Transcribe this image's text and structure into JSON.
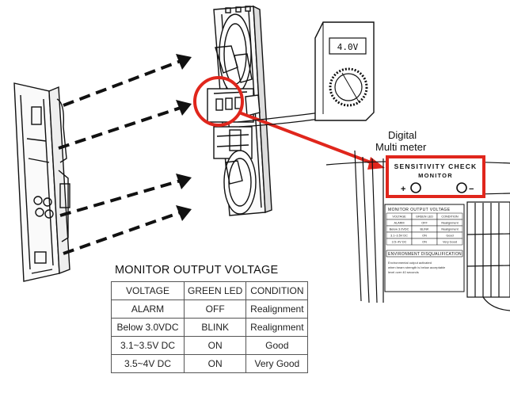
{
  "multimeter": {
    "reading": "4.0V",
    "label_line1": "Digital",
    "label_line2": "Multi meter"
  },
  "monitor_panel": {
    "title_line1": "SENSITIVITY CHECK",
    "title_line2": "MONITOR",
    "plus_label": "+",
    "minus_label": "−"
  },
  "mini_label": {
    "header": "MONITOR OUTPUT VOLTAGE",
    "columns": [
      "VOLTAGE",
      "GREEN LED",
      "CONDITION"
    ],
    "rows": [
      [
        "ALARM",
        "OFF",
        "Realignment"
      ],
      [
        "Below 3.0VDC",
        "BLINK",
        "Realignment"
      ],
      [
        "3.1~3.5V DC",
        "ON",
        "Good"
      ],
      [
        "3.5~4V DC",
        "ON",
        "Very Good"
      ]
    ],
    "env_header": "ENVIRONMENT DISQUALIFICATION",
    "env_text": [
      "Environmental output activated",
      "when beam strength is below acceptable",
      "level over 40 seconds"
    ]
  },
  "voltage_table": {
    "title": "MONITOR OUTPUT VOLTAGE",
    "headers": [
      "VOLTAGE",
      "GREEN LED",
      "CONDITION"
    ],
    "rows": [
      [
        "ALARM",
        "OFF",
        "Realignment"
      ],
      [
        "Below 3.0VDC",
        "BLINK",
        "Realignment"
      ],
      [
        "3.1~3.5V DC",
        "ON",
        "Good"
      ],
      [
        "3.5~4V DC",
        "ON",
        "Very Good"
      ]
    ]
  },
  "colors": {
    "highlight": "#e0261c",
    "line": "#111111"
  }
}
